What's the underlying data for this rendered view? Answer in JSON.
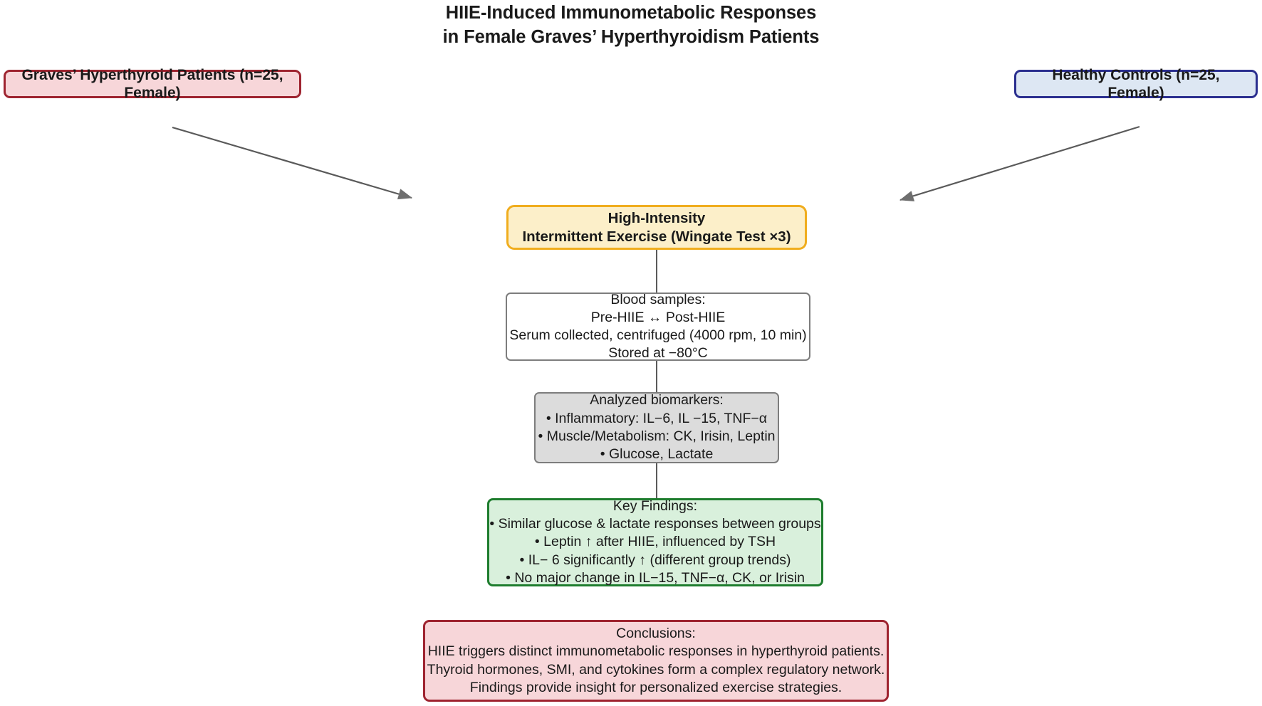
{
  "title": {
    "line1": "HIIE-Induced Immunometabolic Responses",
    "line2": "in Female Graves’ Hyperthyroidism Patients",
    "full": "HIIE-Induced Immunometabolic Responses\nin Female Graves’ Hyperthyroidism Patients"
  },
  "colors": {
    "patients_border": "#9e2430",
    "patients_fill": "#f7d6d9",
    "controls_border": "#2b2f8f",
    "controls_fill": "#dde7f3",
    "exercise_border": "#f0ad1e",
    "exercise_fill": "#fcefc9",
    "blood_border": "#7d7d7d",
    "blood_fill": "#ffffff",
    "biomarker_border": "#7d7d7d",
    "biomarker_fill": "#dcdcdc",
    "findings_border": "#1e7d2e",
    "findings_fill": "#d9f0dc",
    "conclusions_border": "#9e2430",
    "conclusions_fill": "#f7d6d9",
    "arrow": "#5a5a5a",
    "connector": "#5a5a5a"
  },
  "nodes": {
    "patients": {
      "label": "Graves’ Hyperthyroid Patients (n=25, Female)"
    },
    "controls": {
      "label": "Healthy Controls (n=25, Female)"
    },
    "exercise": {
      "label": "High-Intensity\nIntermittent Exercise (Wingate Test ×3)"
    },
    "blood": {
      "label": "Blood samples:\nPre-HIIE ↔ Post-HIIE\nSerum collected, centrifuged (4000 rpm, 10 min)\nStored at −80°C"
    },
    "biomarkers": {
      "label": "Analyzed biomarkers:\n• Inflammatory: IL−6, IL −15, TNF−α\n• Muscle/Metabolism: CK, Irisin, Leptin\n• Glucose, Lactate"
    },
    "findings": {
      "label": "Key Findings:\n• Similar glucose & lactate responses between groups\n• Leptin ↑ after HIIE, influenced by TSH\n• IL− 6 significantly ↑ (different group trends)\n• No major change in IL−15, TNF−α, CK, or Irisin"
    },
    "conclusions": {
      "label": "Conclusions:\nHIIE triggers distinct immunometabolic responses in hyperthyroid patients.\nThyroid hormones, SMI, and cytokines form a complex regulatory network.\nFindings provide insight for personalized exercise strategies."
    }
  },
  "edges": [
    {
      "name": "patients-to-exercise",
      "from": "patients",
      "to": "exercise",
      "style": "arrow"
    },
    {
      "name": "controls-to-exercise",
      "from": "controls",
      "to": "exercise",
      "style": "arrow"
    },
    {
      "name": "exercise-to-blood",
      "from": "exercise",
      "to": "blood",
      "style": "line"
    },
    {
      "name": "blood-to-biomarkers",
      "from": "blood",
      "to": "biomarkers",
      "style": "line"
    },
    {
      "name": "biomarkers-to-findings",
      "from": "biomarkers",
      "to": "findings",
      "style": "line"
    }
  ]
}
